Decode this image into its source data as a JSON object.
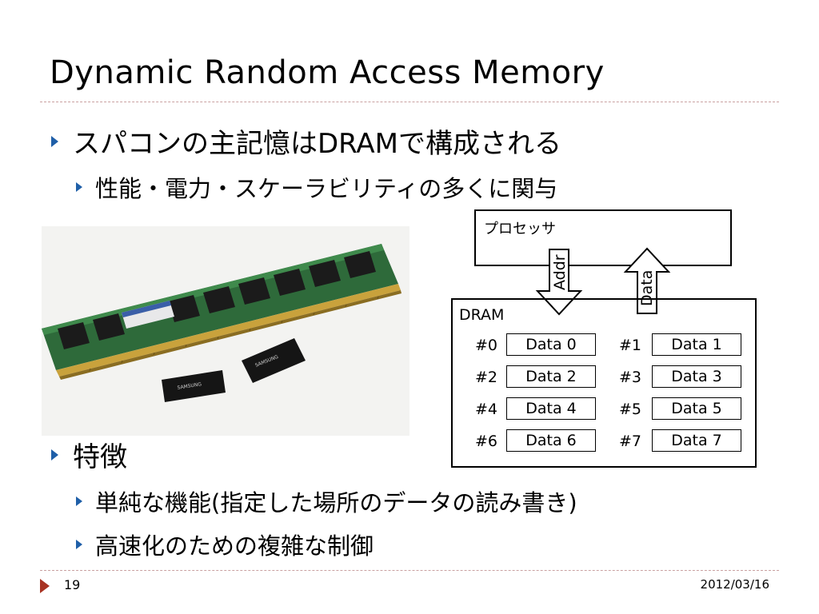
{
  "slide": {
    "title": "Dynamic Random Access Memory",
    "bullets": [
      {
        "text": "スパコンの主記憶はDRAMで構成される"
      },
      {
        "text": "性能・電力・スケーラビリティの多くに関与"
      },
      {
        "text": "特徴"
      },
      {
        "text": "単純な機能(指定した場所のデータの読み書き)"
      },
      {
        "text": "高速化のための複雑な制御"
      }
    ]
  },
  "diagram": {
    "processor_label": "プロセッサ",
    "dram_label": "DRAM",
    "addr_label": "Addr",
    "data_label": "Data",
    "cells": [
      {
        "num": "#0",
        "value": "Data 0"
      },
      {
        "num": "#1",
        "value": "Data 1"
      },
      {
        "num": "#2",
        "value": "Data 2"
      },
      {
        "num": "#3",
        "value": "Data 3"
      },
      {
        "num": "#4",
        "value": "Data 4"
      },
      {
        "num": "#5",
        "value": "Data 5"
      },
      {
        "num": "#6",
        "value": "Data 6"
      },
      {
        "num": "#7",
        "value": "Data 7"
      }
    ]
  },
  "photo": {
    "chip_text": "SAMSUNG"
  },
  "footer": {
    "page_number": "19",
    "date": "2012/03/16"
  },
  "colors": {
    "bullet": "#1f5fa8",
    "rule": "#c9a0a0",
    "footer_marker": "#a83222"
  }
}
